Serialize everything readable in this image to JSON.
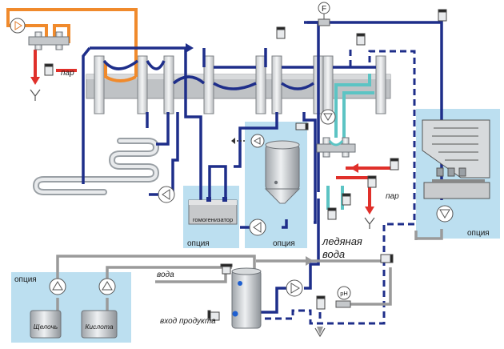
{
  "labels": {
    "steam": "пар",
    "option": "опция",
    "homogenizer": "гомогенизатор",
    "ice_water_line1": "ледяная",
    "ice_water_line2": "вода",
    "water": "вода",
    "product_inlet": "вход продукта",
    "alkali": "Щелочь",
    "acid": "Кислота",
    "flow_meter": "F",
    "ph_meter": "pH"
  },
  "icons": [
    "pump-icon",
    "valve-icon",
    "heat-exchanger-icon",
    "tank-icon",
    "filling-machine-icon",
    "sensor-icon"
  ],
  "colors": {
    "product_line": "#1e2e8a",
    "hot_water_line": "#f08a2c",
    "steam_line": "#e0302a",
    "ice_water_line": "#5cc4c4",
    "cip_line": "#9a9a9a",
    "option_area": "#bcdff0"
  }
}
